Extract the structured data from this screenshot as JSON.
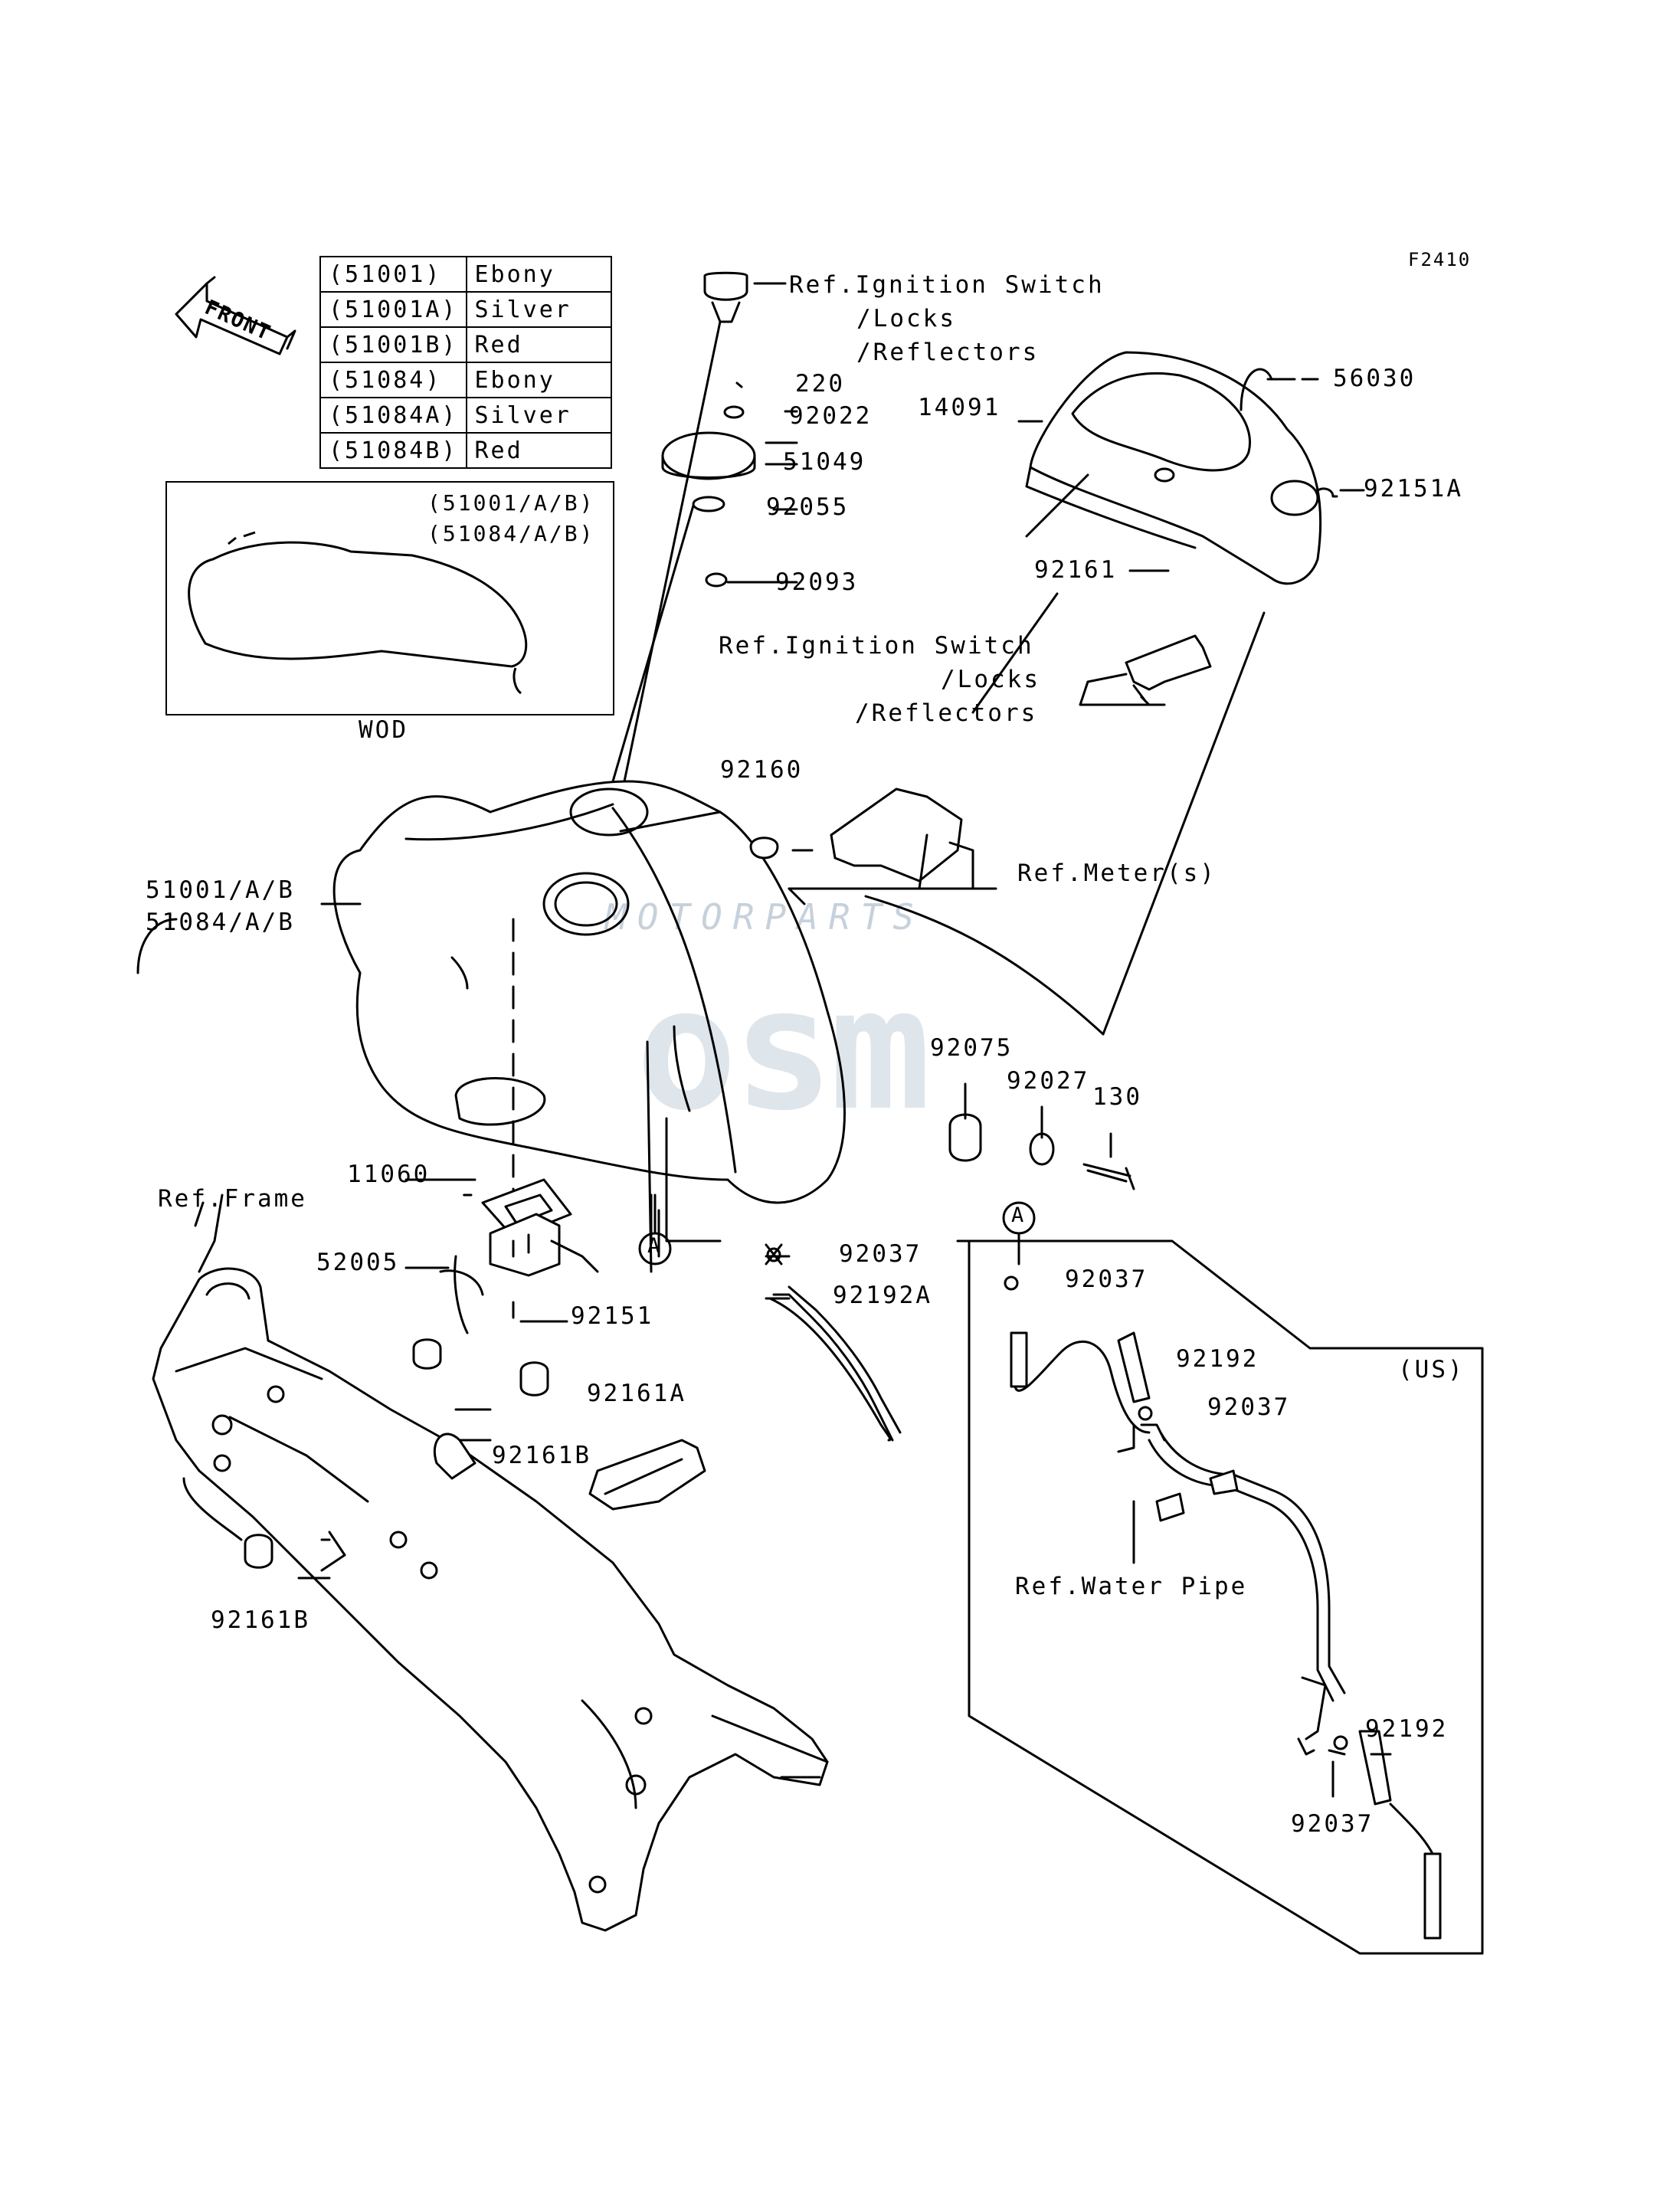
{
  "figure_code": "F2410",
  "front_label": "FRONT",
  "color_table": [
    {
      "code": "(51001)",
      "color": "Ebony"
    },
    {
      "code": "(51001A)",
      "color": "Silver"
    },
    {
      "code": "(51001B)",
      "color": "Red"
    },
    {
      "code": "(51084)",
      "color": "Ebony"
    },
    {
      "code": "(51084A)",
      "color": "Silver"
    },
    {
      "code": "(51084B)",
      "color": "Red"
    }
  ],
  "wod_box": {
    "line1": "(51001/A/B)",
    "line2": "(51084/A/B)",
    "caption": "WOD"
  },
  "watermark": {
    "logo": "osm",
    "text": "MOTORPARTS"
  },
  "labels": {
    "ref_ignition_1": "Ref.Ignition Switch",
    "ref_ignition_1b": "/Locks",
    "ref_ignition_1c": "/Reflectors",
    "ref_ignition_2": "Ref.Ignition Switch",
    "ref_ignition_2b": "/Locks",
    "ref_ignition_2c": "/Reflectors",
    "ref_meters": "Ref.Meter(s)",
    "ref_frame": "Ref.Frame",
    "ref_water_pipe": "Ref.Water Pipe",
    "us": "(US)",
    "callout_a": "A",
    "p220": "220",
    "p92022": "92022",
    "p51049": "51049",
    "p92055": "92055",
    "p92093": "92093",
    "p14091": "14091",
    "p56030": "56030",
    "p92151A": "92151A",
    "p92161": "92161",
    "p92160": "92160",
    "p51001": "51001/A/B",
    "p51084": "51084/A/B",
    "p92075": "92075",
    "p92027": "92027",
    "p130": "130",
    "p11060": "11060",
    "p52005": "52005",
    "p92151": "92151",
    "p92037_a": "92037",
    "p92192A": "92192A",
    "p92037_b": "92037",
    "p92192_a": "92192",
    "p92037_c": "92037",
    "p92161A": "92161A",
    "p92161B_a": "92161B",
    "p92161B_b": "92161B",
    "p92192_b": "92192",
    "p92037_d": "92037"
  }
}
